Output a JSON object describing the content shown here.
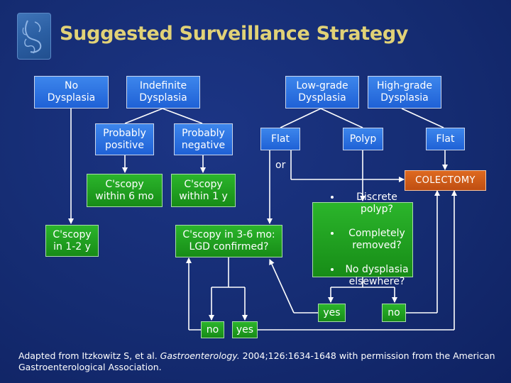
{
  "slide": {
    "title": "Suggested Surveillance Strategy",
    "logo_icon": "digestive-system-icon",
    "colors": {
      "background": "#14286b",
      "title": "#e1d277",
      "blue_box": "#2a6fe0",
      "green_box": "#1ea01e",
      "orange_box": "#d35d18",
      "connector": "#ffffff"
    }
  },
  "flowchart": {
    "no_dysplasia": "No\nDysplasia",
    "indefinite_dysplasia": "Indefinite\nDysplasia",
    "low_grade_dysplasia": "Low-grade\nDysplasia",
    "high_grade_dysplasia": "High-grade\nDysplasia",
    "probably_positive": "Probably\npositive",
    "probably_negative": "Probably\nnegative",
    "flat_left": "Flat",
    "polyp": "Polyp",
    "flat_right": "Flat",
    "or_label": "or",
    "colectomy": "COLECTOMY",
    "cscopy_6mo": "C'scopy\nwithin 6 mo",
    "cscopy_1y": "C'scopy\nwithin 1 y",
    "cscopy_1_2y": "C'scopy\nin 1-2 y",
    "cscopy_3_6mo": "C'scopy in 3-6 mo:\nLGD confirmed?",
    "polyp_questions": [
      "Discrete polyp?",
      "Completely\nremoved?",
      "No dysplasia\nelsewhere?"
    ],
    "yes_right": "yes",
    "no_right": "no",
    "no_left": "no",
    "yes_left": "yes"
  },
  "footer": {
    "prefix": "Adapted from Itzkowitz S, et al. ",
    "journal": "Gastroenterology.",
    "suffix": " 2004;126:1634-1648 with permission from the American Gastroenterological Association."
  }
}
